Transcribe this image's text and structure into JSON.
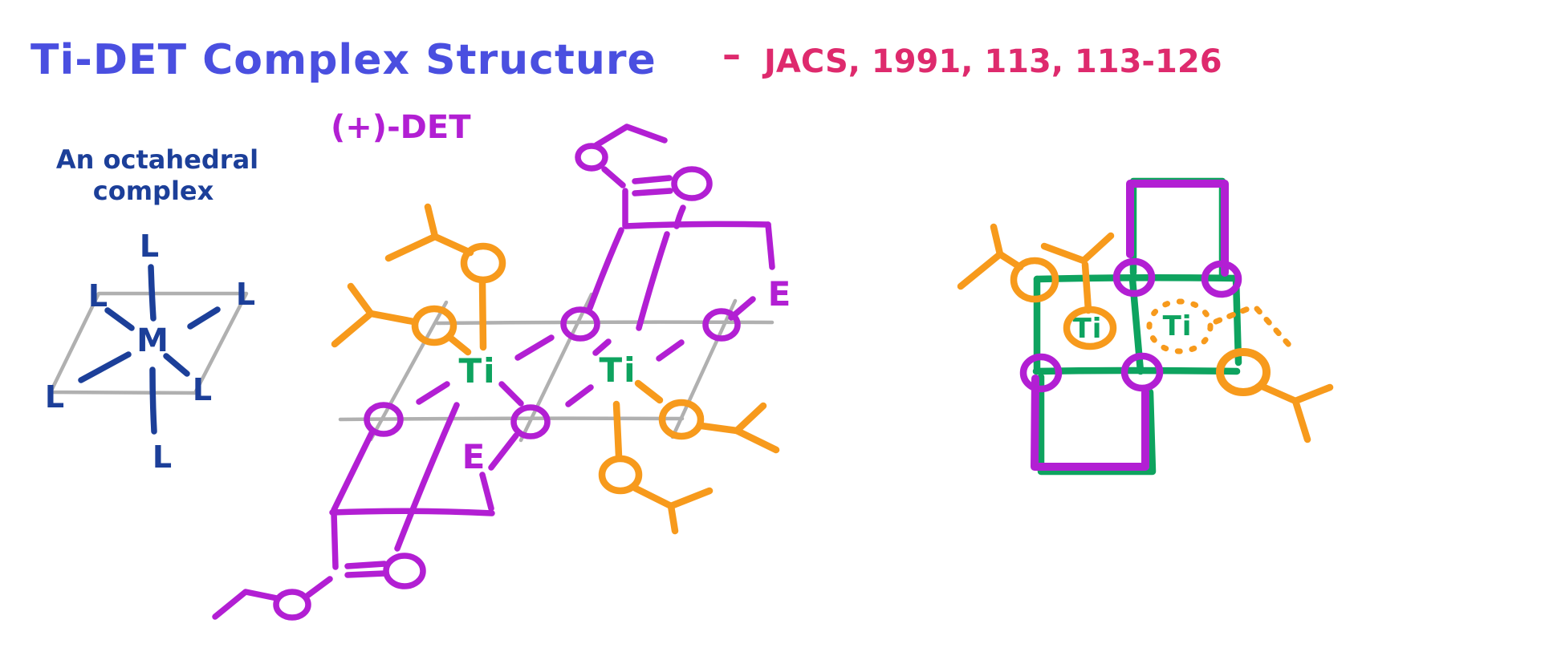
{
  "title": {
    "main": "Ti-DET Complex Structure",
    "separator": "–",
    "reference": "JACS, 1991, 113, 113-126"
  },
  "colors": {
    "title_blue": "#4a4fe0",
    "reference_pink": "#de2a6d",
    "ink_navy": "#1c3f99",
    "purple": "#b21fd3",
    "orange": "#f79a1c",
    "green": "#0ea35f",
    "plane_gray": "#b0b0b0",
    "background": "#ffffff"
  },
  "octahedral_sketch": {
    "caption_line1": "An octahedral",
    "caption_line2": "complex",
    "metal_label": "M",
    "ligand_label": "L"
  },
  "dimer_structure": {
    "det_label": "(+)-DET",
    "ti_label": "Ti",
    "ester_abbrev": "E"
  },
  "schematic": {
    "ti_label": "Ti"
  }
}
